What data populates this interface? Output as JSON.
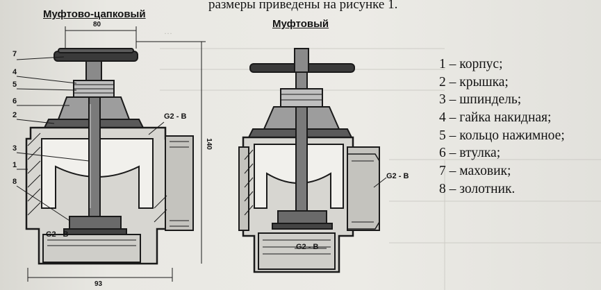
{
  "header_text": "размеры приведены на рисунке 1.",
  "figure_left": {
    "title": "Муфтово-цапковый",
    "leader_labels": [
      "7",
      "4",
      "5",
      "6",
      "2",
      "3",
      "1",
      "8"
    ],
    "dimension_top": "80",
    "dimension_height": "140",
    "dimension_bottom": "93",
    "thread_labels": [
      "G2 - B",
      "G2 - B"
    ]
  },
  "figure_right": {
    "title": "Муфтовый",
    "thread_labels": [
      "G2 - B",
      "G2 - B"
    ]
  },
  "legend": [
    "1 – корпус;",
    "2 – крышка;",
    "3 – шпиндель;",
    "4 – гайка накидная;",
    "5 – кольцо нажимное;",
    "6 – втулка;",
    "7 – маховик;",
    "8 – золотник."
  ]
}
